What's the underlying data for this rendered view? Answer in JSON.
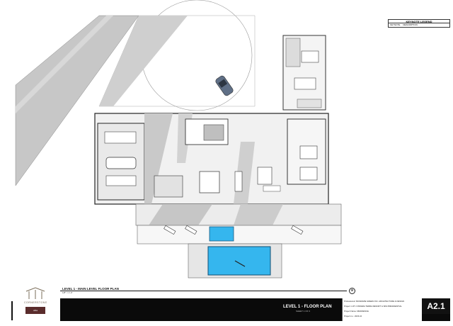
{
  "keynote_legend": {
    "title": "KEYNOTE LEGEND",
    "col1": "KEYNOTE",
    "col2": "DESCRIPTION"
  },
  "view": {
    "title": "LEVEL 1 - MAIN LEVEL FLOOR PLAN",
    "scale": "1/8\" = 1'-0\""
  },
  "title_block": {
    "sheet_title": "LEVEL 1 - FLOOR PLAN",
    "sheet_subtitle": "SHEET 1 OF 3",
    "sheet_number": "A2.1",
    "info_rows": [
      "Professional:   MCKENZIE GREEN INC. ARCHITECTURE & DESIGN",
      "Project:   LOT 2 RIVIERA TERRA RESORT & SPA PRESIDENTIAL",
      "Project Name:   RESIDENCE",
      "Project no.:   2023-10"
    ]
  },
  "logo": {
    "company": "CORNERSTONE",
    "badge": "Alba"
  },
  "colors": {
    "pool": "#35b6ee",
    "titleblock": "#0a0a0a",
    "road": "#c4c4c4",
    "shadow": "#bdbdbd",
    "car": "#5f6f86"
  }
}
